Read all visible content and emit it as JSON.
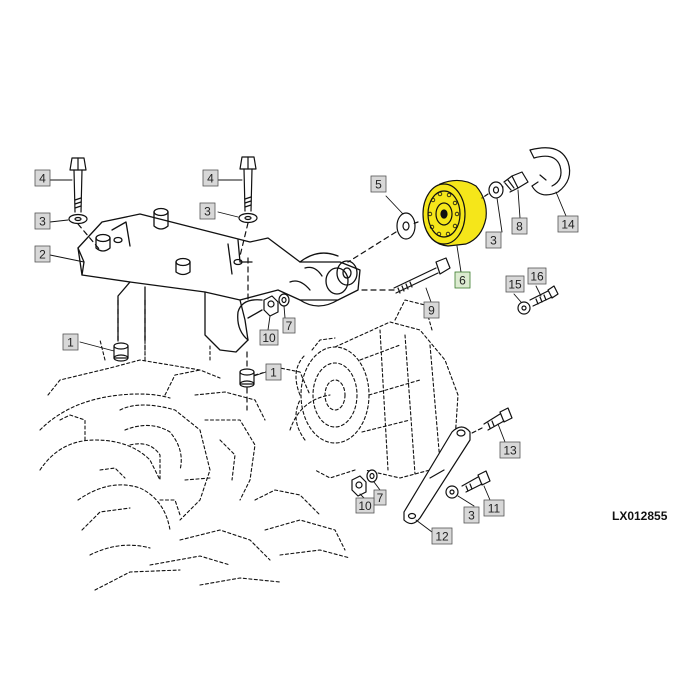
{
  "figure_id": "LX012855",
  "callouts": [
    {
      "id": "c1a",
      "label": "1"
    },
    {
      "id": "c1b",
      "label": "1"
    },
    {
      "id": "c2",
      "label": "2"
    },
    {
      "id": "c3a",
      "label": "3"
    },
    {
      "id": "c3b",
      "label": "3"
    },
    {
      "id": "c3c",
      "label": "3"
    },
    {
      "id": "c3d",
      "label": "3"
    },
    {
      "id": "c4a",
      "label": "4"
    },
    {
      "id": "c4b",
      "label": "4"
    },
    {
      "id": "c5",
      "label": "5"
    },
    {
      "id": "c6",
      "label": "6"
    },
    {
      "id": "c7a",
      "label": "7"
    },
    {
      "id": "c7b",
      "label": "7"
    },
    {
      "id": "c8",
      "label": "8"
    },
    {
      "id": "c9",
      "label": "9"
    },
    {
      "id": "c10a",
      "label": "10"
    },
    {
      "id": "c10b",
      "label": "10"
    },
    {
      "id": "c11",
      "label": "11"
    },
    {
      "id": "c12",
      "label": "12"
    },
    {
      "id": "c13",
      "label": "13"
    },
    {
      "id": "c14",
      "label": "14"
    },
    {
      "id": "c15",
      "label": "15"
    },
    {
      "id": "c16",
      "label": "16"
    }
  ],
  "colors": {
    "line": "#111111",
    "callout_box": "#d8d8d8",
    "highlight": "#f5e61a",
    "highlight_box": "#dcebd0"
  }
}
